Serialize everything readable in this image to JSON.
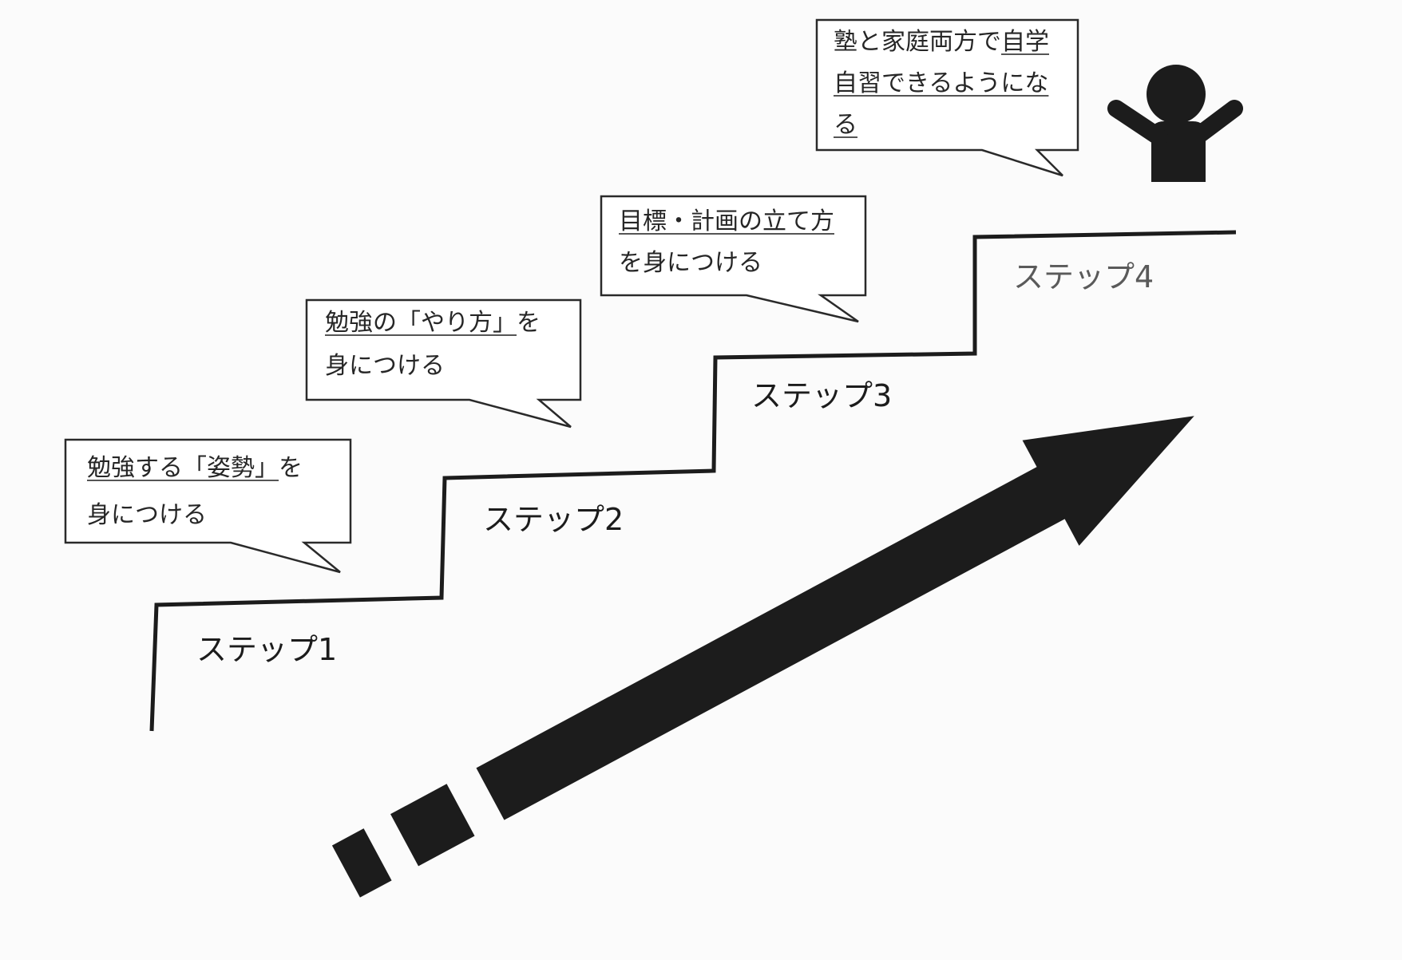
{
  "speech_bubbles": {
    "step1": {
      "underlined": "勉強する「姿勢」",
      "suffix": "を",
      "line2": "身につける"
    },
    "step2": {
      "underlined": "勉強の「やり方」",
      "suffix": "を",
      "line2": "身につける"
    },
    "step3": {
      "underlined": "目標・計画の立て方",
      "line2": "を身につける"
    },
    "step4": {
      "prefix": "塾と家庭両方で",
      "underlined_1": "自学",
      "underlined_2": "自習できるようにな",
      "underlined_3": "る"
    }
  },
  "steps": [
    {
      "label": "ステップ1"
    },
    {
      "label": "ステップ2"
    },
    {
      "label": "ステップ3"
    },
    {
      "label": "ステップ4"
    }
  ],
  "icons": {
    "person": "person-raising-arms-icon",
    "arrow": "rising-arrow-icon"
  },
  "colors": {
    "ink": "#1c1c1c",
    "step4_label": "#5a5a5a",
    "bubble_fill": "#ffffff"
  }
}
